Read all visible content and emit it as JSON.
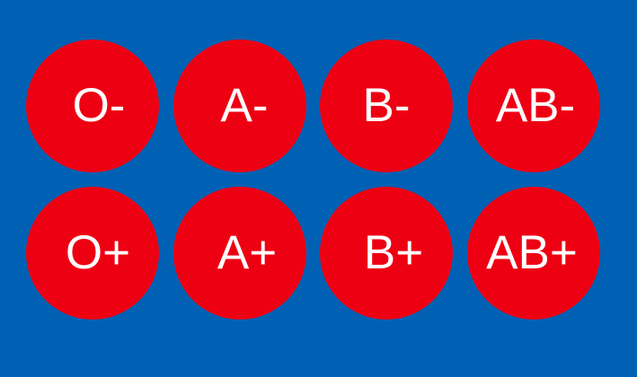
{
  "background_color": "#0061b4",
  "badge_color": "#ee0013",
  "text_color": "#ffffff",
  "rows": [
    {
      "badges": [
        {
          "label": "O-"
        },
        {
          "label": "A-"
        },
        {
          "label": "B-"
        },
        {
          "label": "AB-"
        }
      ]
    },
    {
      "badges": [
        {
          "label": "O+"
        },
        {
          "label": "A+"
        },
        {
          "label": "B+"
        },
        {
          "label": "AB+"
        }
      ]
    }
  ]
}
